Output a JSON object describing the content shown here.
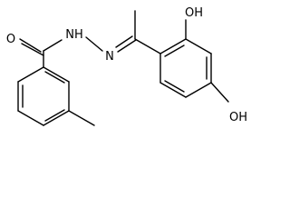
{
  "molecule": {
    "atom_labels": {
      "o_carbonyl": "O",
      "nh": "NH",
      "n_imine": "N",
      "oh_ortho": "OH",
      "oh_para": "OH"
    },
    "colors": {
      "bond": "#000000",
      "text": "#000000",
      "background": "#ffffff"
    }
  }
}
